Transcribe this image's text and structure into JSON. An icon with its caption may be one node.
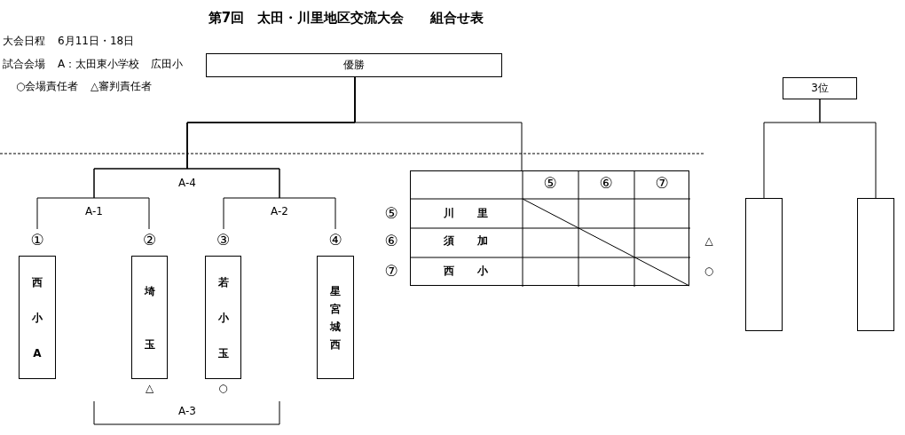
{
  "diagram": {
    "title": "第7回　太田・川里地区交流大会　　組合せ表",
    "nodes": [
      {
        "text": [
          "優勝"
        ]
      },
      {
        "text": [
          "3位"
        ]
      },
      {
        "text": [],
        "shape": "box"
      },
      {
        "text": [],
        "shape": "box"
      },
      {
        "text": [],
        "shape": "box"
      },
      {
        "text": [
          "西小A"
        ],
        "beside": [
          "①"
        ]
      },
      {
        "text": [
          "埼玉"
        ],
        "beside": [
          "②",
          "△"
        ]
      },
      {
        "text": [
          "若小玉"
        ],
        "beside": [
          "③",
          "○"
        ]
      },
      {
        "text": [
          "星宮城西"
        ],
        "beside": [
          "④"
        ]
      }
    ],
    "edges": [
      {
        "from": 5,
        "to": 0,
        "arrow": "none"
      },
      {
        "from": 6,
        "to": 0,
        "arrow": "none"
      },
      {
        "from": 7,
        "to": 0,
        "arrow": "none"
      },
      {
        "from": 8,
        "to": 0,
        "arrow": "none"
      },
      {
        "from": 2,
        "to": 0,
        "arrow": "none"
      },
      {
        "from": 3,
        "to": 1,
        "arrow": "none"
      },
      {
        "from": 4,
        "to": 1,
        "arrow": "none"
      }
    ],
    "labels": [
      "大会日程",
      "6月11日・18日",
      "試合会場",
      "A：太田東小学校",
      "広田小",
      "○会場責任者",
      "△審判責任者",
      "A-4",
      "A-1",
      "A-2",
      "⑤",
      "⑥",
      "⑦",
      "⑤",
      "川里",
      "⑥",
      "須加",
      "△",
      "⑦",
      "西小",
      "○",
      "A-3"
    ]
  }
}
